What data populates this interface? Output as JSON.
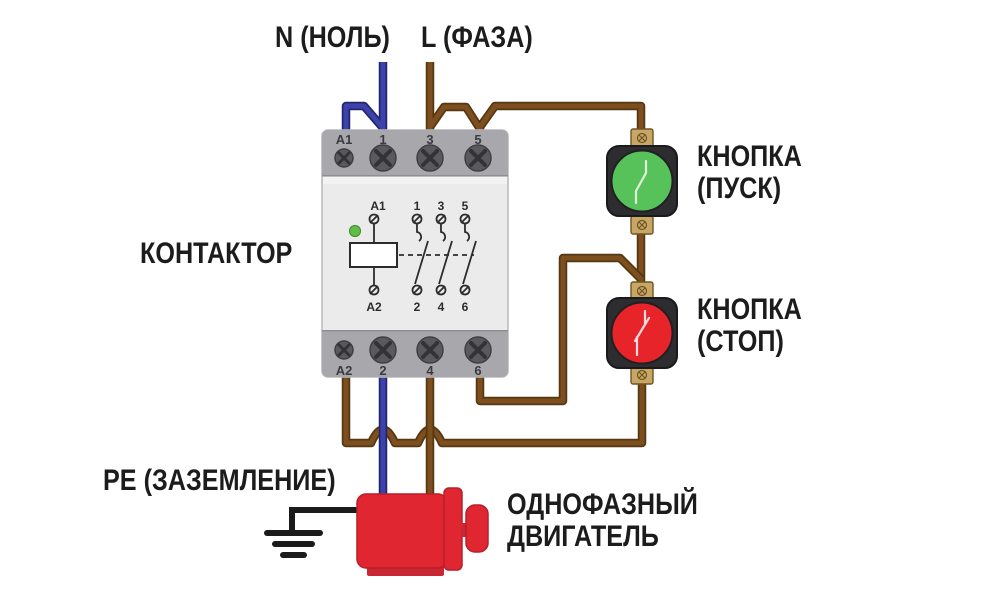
{
  "labels": {
    "neutral": "N (НОЛЬ)",
    "phase": "L (ФАЗА)",
    "contactor": "КОНТАКТОР",
    "start_line1": "КНОПКА",
    "start_line2": "(ПУСК)",
    "stop_line1": "КНОПКА",
    "stop_line2": "(СТОП)",
    "ground": "PE (ЗАЗЕМЛЕНИЕ)",
    "motor_line1": "ОДНОФАЗНЫЙ",
    "motor_line2": "ДВИГАТЕЛЬ"
  },
  "contactor": {
    "top_terminals": [
      "A1",
      "1",
      "3",
      "5"
    ],
    "bottom_terminals": [
      "A2",
      "2",
      "4",
      "6"
    ],
    "schematic_coil_top": "A1",
    "schematic_coil_bottom": "A2",
    "schematic_contact_tops": [
      "1",
      "3",
      "5"
    ],
    "schematic_contact_bottoms": [
      "2",
      "4",
      "6"
    ]
  },
  "colors": {
    "text": "#1c1c1c",
    "wire_neutral": "#3c42ab",
    "wire_neutral_dark": "#23266b",
    "wire_phase": "#7d4f1e",
    "wire_phase_dark": "#553711",
    "wire_ground": "#1b1b1b",
    "contactor_body": "#ebebec",
    "contactor_strip": "#a8a8ac",
    "terminal_brass": "#c8a765",
    "housing_dark": "#2d2d2f",
    "start_green": "#57c25a",
    "stop_red": "#e8242b",
    "led_green": "#62bd45",
    "motor_red": "#e02731",
    "motor_red_dark": "#c92734",
    "schematic": "#2c2c2e"
  }
}
